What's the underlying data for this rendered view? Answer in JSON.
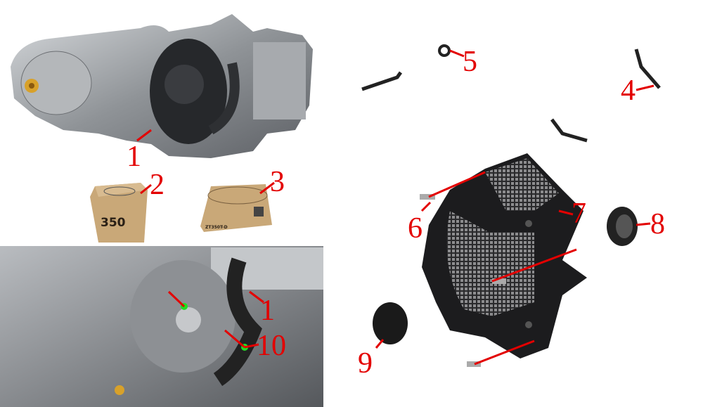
{
  "diagram": {
    "labels": [
      {
        "id": "1",
        "part": "engine"
      },
      {
        "id": "2",
        "part": "small-box"
      },
      {
        "id": "3",
        "part": "flat-box"
      },
      {
        "id": "4",
        "part": "bracket"
      },
      {
        "id": "5",
        "part": "clip"
      },
      {
        "id": "6",
        "part": "screw"
      },
      {
        "id": "7",
        "part": "fan-cover"
      },
      {
        "id": "8",
        "part": "grommet"
      },
      {
        "id": "9",
        "part": "plug-cap"
      },
      {
        "id": "10",
        "part": "hose-clamp"
      },
      {
        "id": "1",
        "part": "engine-detail"
      }
    ],
    "box_print": {
      "model": "350",
      "flat_box": "ZT350T-D"
    },
    "colors": {
      "label": "#e30000",
      "leader": "#e30000",
      "engine": "#9a9ea3",
      "cover": "#1c1c1e",
      "box": "#c9a878",
      "highlight": "#22dd22"
    }
  }
}
